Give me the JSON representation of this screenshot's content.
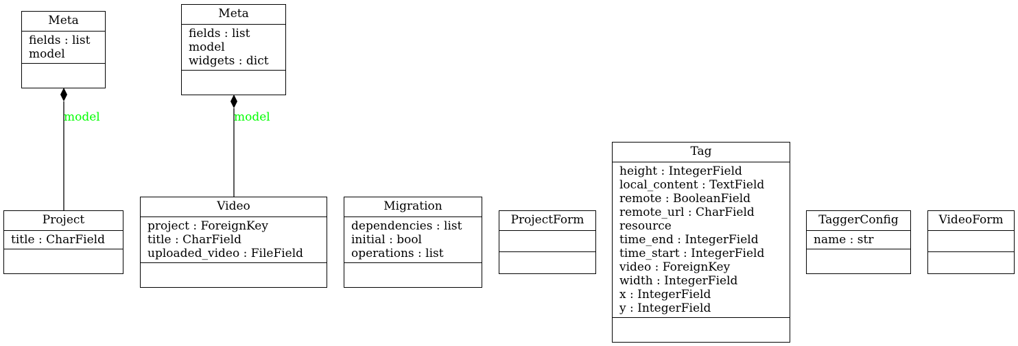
{
  "classes": [
    {
      "name": "Meta",
      "attributes": [
        "fields : list",
        "model"
      ],
      "operations": []
    },
    {
      "name": "Meta",
      "attributes": [
        "fields : list",
        "model",
        "widgets : dict"
      ],
      "operations": []
    },
    {
      "name": "Project",
      "attributes": [
        "title : CharField"
      ],
      "operations": []
    },
    {
      "name": "Video",
      "attributes": [
        "project : ForeignKey",
        "title : CharField",
        "uploaded_video : FileField"
      ],
      "operations": []
    },
    {
      "name": "Migration",
      "attributes": [
        "dependencies : list",
        "initial : bool",
        "operations : list"
      ],
      "operations": []
    },
    {
      "name": "ProjectForm",
      "attributes": [],
      "operations": []
    },
    {
      "name": "Tag",
      "attributes": [
        "height : IntegerField",
        "local_content : TextField",
        "remote : BooleanField",
        "remote_url : CharField",
        "resource",
        "time_end : IntegerField",
        "time_start : IntegerField",
        "video : ForeignKey",
        "width : IntegerField",
        "x : IntegerField",
        "y : IntegerField"
      ],
      "operations": []
    },
    {
      "name": "TaggerConfig",
      "attributes": [
        "name : str"
      ],
      "operations": []
    },
    {
      "name": "VideoForm",
      "attributes": [],
      "operations": []
    }
  ],
  "relations": [
    {
      "from": "Project",
      "to": "Meta",
      "type": "composition",
      "label": "model",
      "label_color": "#00ff00"
    },
    {
      "from": "Video",
      "to": "Meta",
      "type": "composition",
      "label": "model",
      "label_color": "#00ff00"
    }
  ]
}
